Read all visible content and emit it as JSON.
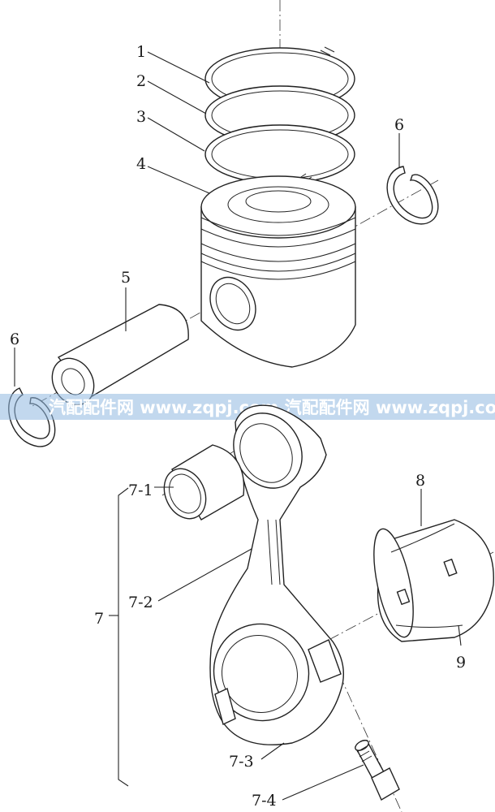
{
  "labels": {
    "p1": "1",
    "p2": "2",
    "p3": "3",
    "p4": "4",
    "p5": "5",
    "p6a": "6",
    "p6b": "6",
    "p7": "7",
    "p7_1": "7-1",
    "p7_2": "7-2",
    "p7_3": "7-3",
    "p7_4": "7-4",
    "p8": "8",
    "p9": "9"
  },
  "watermark": {
    "text": "汽配配件网 www.zqpj.com 汽配配件网 www.zqpj.com",
    "color": "#8fb8e0"
  }
}
